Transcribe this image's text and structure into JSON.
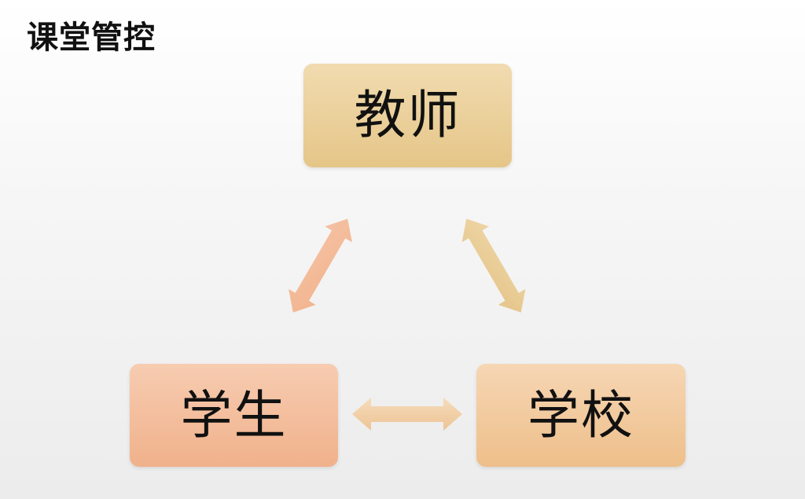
{
  "title": "课堂管控",
  "nodes": {
    "teacher": "教师",
    "student": "学生",
    "school": "学校"
  },
  "colors": {
    "teacher_box": "#e9cd96",
    "student_box": "#f3bd9c",
    "school_box": "#f1c995",
    "arrow_teacher_student": "#f2b895",
    "arrow_teacher_school": "#e7cc96",
    "arrow_student_school": "#f0cfa5"
  },
  "connections": [
    {
      "from": "teacher",
      "to": "student",
      "type": "bidirectional"
    },
    {
      "from": "teacher",
      "to": "school",
      "type": "bidirectional"
    },
    {
      "from": "student",
      "to": "school",
      "type": "bidirectional"
    }
  ]
}
